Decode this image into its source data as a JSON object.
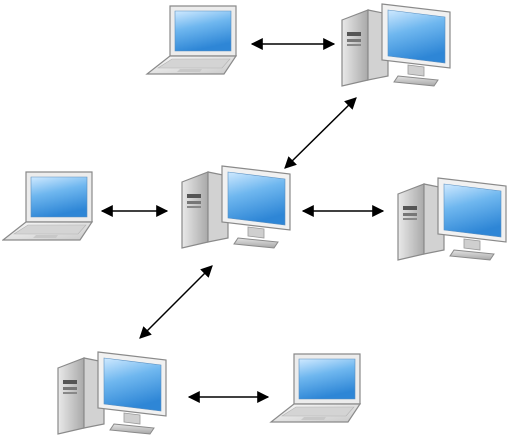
{
  "diagram": {
    "type": "network",
    "nodes": [
      {
        "id": "laptop-top",
        "kind": "laptop"
      },
      {
        "id": "desktop-top-right",
        "kind": "desktop"
      },
      {
        "id": "laptop-left",
        "kind": "laptop"
      },
      {
        "id": "desktop-center",
        "kind": "desktop"
      },
      {
        "id": "desktop-right",
        "kind": "desktop"
      },
      {
        "id": "desktop-bottom-left",
        "kind": "desktop"
      },
      {
        "id": "laptop-bottom-right",
        "kind": "laptop"
      }
    ],
    "links": [
      {
        "from": "laptop-top",
        "to": "desktop-top-right",
        "direction": "bidirectional"
      },
      {
        "from": "desktop-top-right",
        "to": "desktop-center",
        "direction": "bidirectional"
      },
      {
        "from": "laptop-left",
        "to": "desktop-center",
        "direction": "bidirectional"
      },
      {
        "from": "desktop-center",
        "to": "desktop-right",
        "direction": "bidirectional"
      },
      {
        "from": "desktop-center",
        "to": "desktop-bottom-left",
        "direction": "bidirectional"
      },
      {
        "from": "desktop-bottom-left",
        "to": "laptop-bottom-right",
        "direction": "bidirectional"
      }
    ]
  },
  "colors": {
    "screen_light": "#cfe9ff",
    "screen_mid": "#6fb7ef",
    "screen_dark": "#2e86d6",
    "chassis_light": "#f3f3f3",
    "chassis_dark": "#9d9d9d",
    "outline": "#8a8a8a",
    "keyboard": "#d7d7d7",
    "arrow": "#000000"
  },
  "icons": {
    "laptop": "laptop-icon",
    "desktop": "desktop-computer-icon",
    "arrow": "double-headed-arrow"
  }
}
